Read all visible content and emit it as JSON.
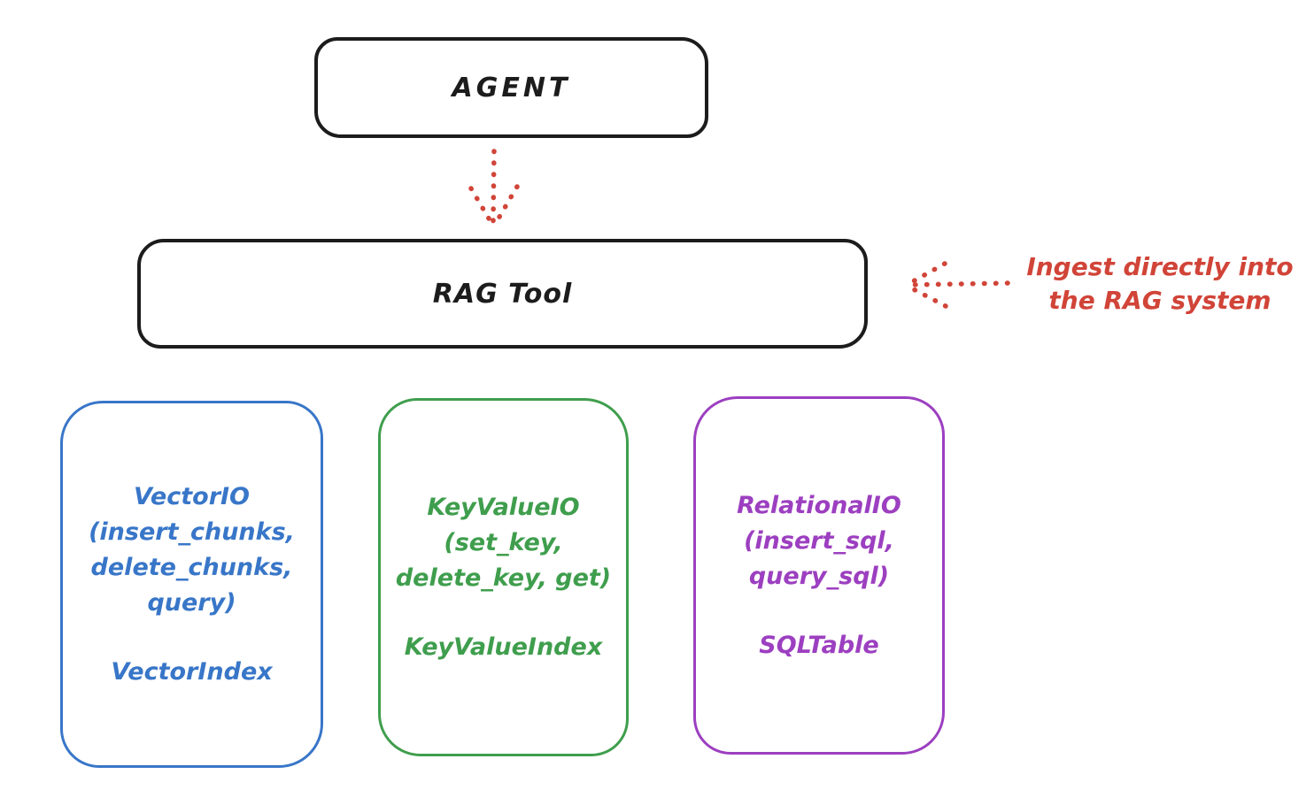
{
  "colors": {
    "ink": "#1c1c1c",
    "red": "#d14438",
    "blue": "#3876c8",
    "green": "#3f9e4d",
    "purple": "#9c3fc0",
    "bg": "#ffffff"
  },
  "nodes": {
    "agent": {
      "label": "AGENT"
    },
    "rag_tool": {
      "label": "RAG Tool"
    },
    "vector": {
      "lines": [
        "VectorIO",
        "(insert_chunks,",
        "delete_chunks,",
        "query)"
      ],
      "index_label": "VectorIndex"
    },
    "keyvalue": {
      "lines": [
        "KeyValueIO",
        "(set_key,",
        "delete_key, get)"
      ],
      "index_label": "KeyValueIndex"
    },
    "relational": {
      "lines": [
        "RelationalIO",
        "(insert_sql,",
        "query_sql)"
      ],
      "index_label": "SQLTable"
    }
  },
  "annotation": {
    "line1": "Ingest directly into",
    "line2": "the RAG system"
  }
}
